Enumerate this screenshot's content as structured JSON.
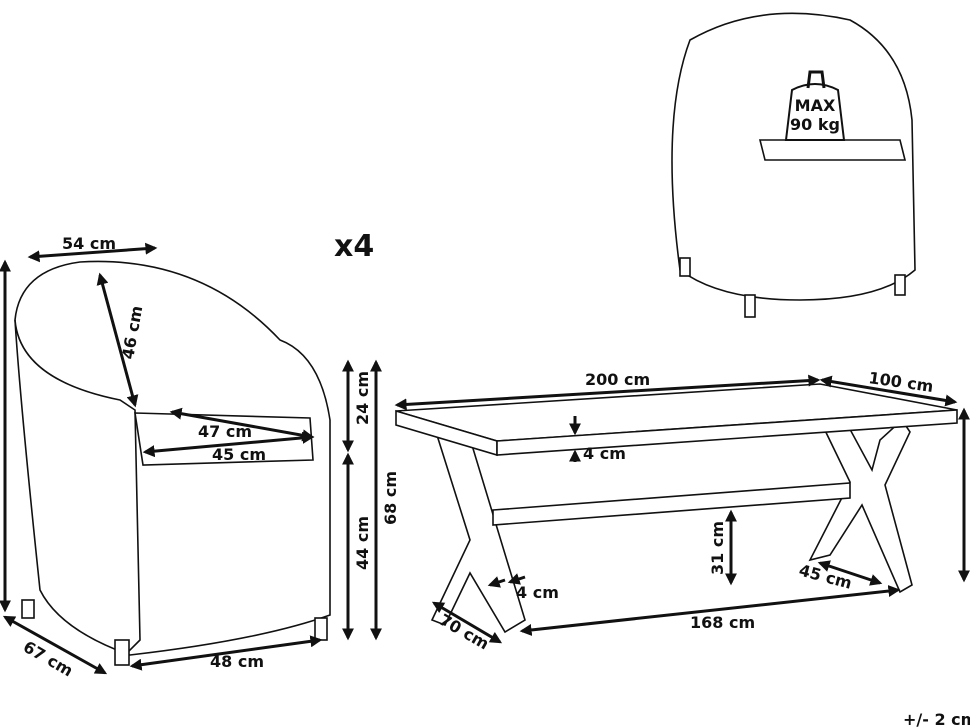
{
  "quantity_label": "x4",
  "max_load": {
    "line1": "MAX",
    "line2": "90 kg"
  },
  "chair": {
    "width_top": "54 cm",
    "back_height": "46 cm",
    "seat_depth": "47 cm",
    "seat_width": "45 cm",
    "arm_height_above_seat": "24 cm",
    "seat_height": "44 cm",
    "arm_height": "68 cm",
    "depth": "67 cm",
    "base_width": "48 cm"
  },
  "table": {
    "length": "200 cm",
    "width": "100 cm",
    "top_thickness": "4 cm",
    "leg_thickness": "4 cm",
    "stretcher_height": "31 cm",
    "leg_spread": "45 cm",
    "leg_distance": "168 cm",
    "base_depth": "70 cm"
  },
  "tolerance": "+/- 2 cm"
}
